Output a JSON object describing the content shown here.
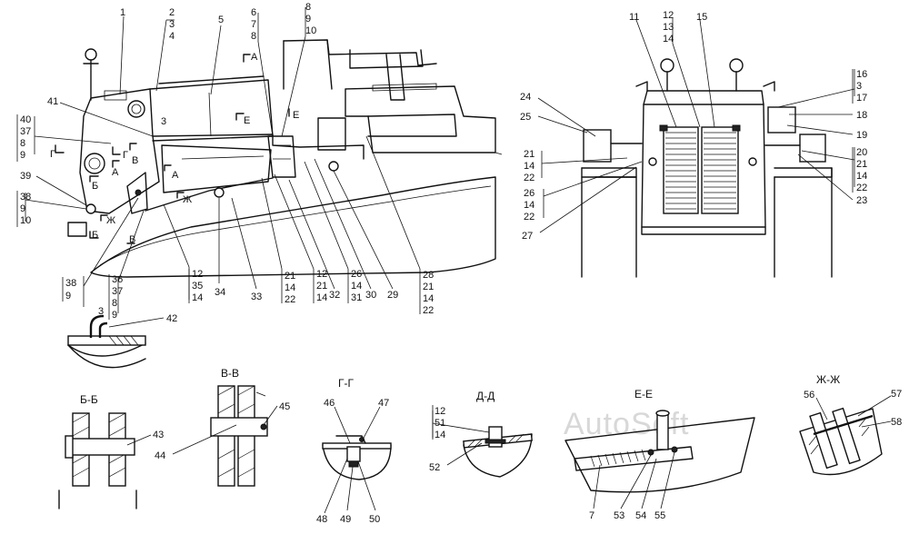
{
  "watermark": "AutoSoft",
  "section_titles": {
    "bb": "Б-Б",
    "vv": "В-В",
    "gg": "Г-Г",
    "dd": "Д-Д",
    "ee": "Е-Е",
    "zhzh": "Ж-Ж"
  },
  "view_marks": {
    "a1": "А",
    "a2": "А",
    "a3": "А",
    "b1": "Б",
    "b2": "Б",
    "v1": "В",
    "v2": "В",
    "g1": "Г",
    "g2": "Г",
    "e1": "Е",
    "e2": "Е",
    "zh1": "Ж",
    "zh2": "Ж"
  },
  "callouts": {
    "c1": "1",
    "c2_3_4": [
      "2",
      "3",
      "4"
    ],
    "c5": "5",
    "c6_7_8": [
      "6",
      "7",
      "8"
    ],
    "c8_9_10": [
      "8",
      "9",
      "10"
    ],
    "c41": "41",
    "c40_37_8_9": [
      "40",
      "37",
      "8",
      "9"
    ],
    "c3": "3",
    "c39": "39",
    "c38_9_10": [
      "38",
      "9",
      "10"
    ],
    "c38_9": [
      "38",
      "9"
    ],
    "c36_37_8_9": [
      "36",
      "37",
      "8",
      "9"
    ],
    "c12_35_14": [
      "12",
      "35",
      "14"
    ],
    "c34": "34",
    "c33": "33",
    "c21_14_22": [
      "21",
      "14",
      "22"
    ],
    "c12_21_14": [
      "12",
      "21",
      "14"
    ],
    "c32": "32",
    "c26_14_31": [
      "26",
      "14",
      "31"
    ],
    "c30": "30",
    "c29": "29",
    "c28_21_14_22": [
      "28",
      "21",
      "14",
      "22"
    ],
    "c11": "11",
    "c12_13_14": [
      "12",
      "13",
      "14"
    ],
    "c15": "15",
    "c16_3_17": [
      "16",
      "3",
      "17"
    ],
    "c18": "18",
    "c19": "19",
    "c24": "24",
    "c25": "25",
    "c21_14_22_left": [
      "21",
      "14",
      "22"
    ],
    "c20_21_14_22": [
      "20",
      "21",
      "14",
      "22"
    ],
    "c26_14_22": [
      "26",
      "14",
      "22"
    ],
    "c23": "23",
    "c27": "27",
    "c42": "42",
    "c3_detail": "3",
    "c43": "43",
    "c44": "44",
    "c45": "45",
    "c46": "46",
    "c47": "47",
    "c48": "48",
    "c49": "49",
    "c50": "50",
    "c12_51_14": [
      "12",
      "51",
      "14"
    ],
    "c52": "52",
    "c7": "7",
    "c53": "53",
    "c54": "54",
    "c55": "55",
    "c56": "56",
    "c57": "57",
    "c58": "58"
  }
}
